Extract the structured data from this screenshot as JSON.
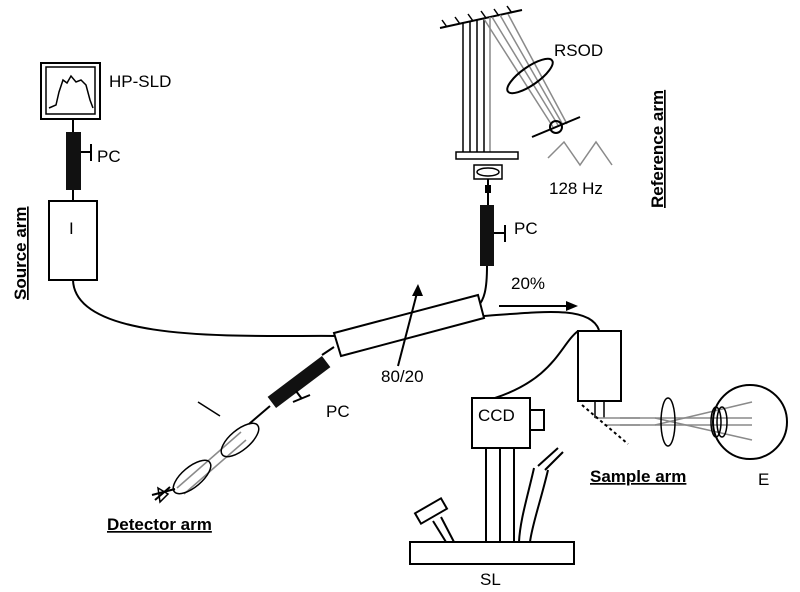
{
  "labels": {
    "hp_sld": "HP-SLD",
    "pc_source": "PC",
    "isolator": "I",
    "source_arm": "Source arm",
    "rsod": "RSOD",
    "freq": "128 Hz",
    "pc_reference": "PC",
    "reference_arm": "Reference arm",
    "split_20": "20%",
    "split_ratio": "80/20",
    "pc_detector": "PC",
    "detector_arm": "Detector arm",
    "ccd": "CCD",
    "sample_arm": "Sample arm",
    "eye": "E",
    "slit_lamp": "SL"
  }
}
